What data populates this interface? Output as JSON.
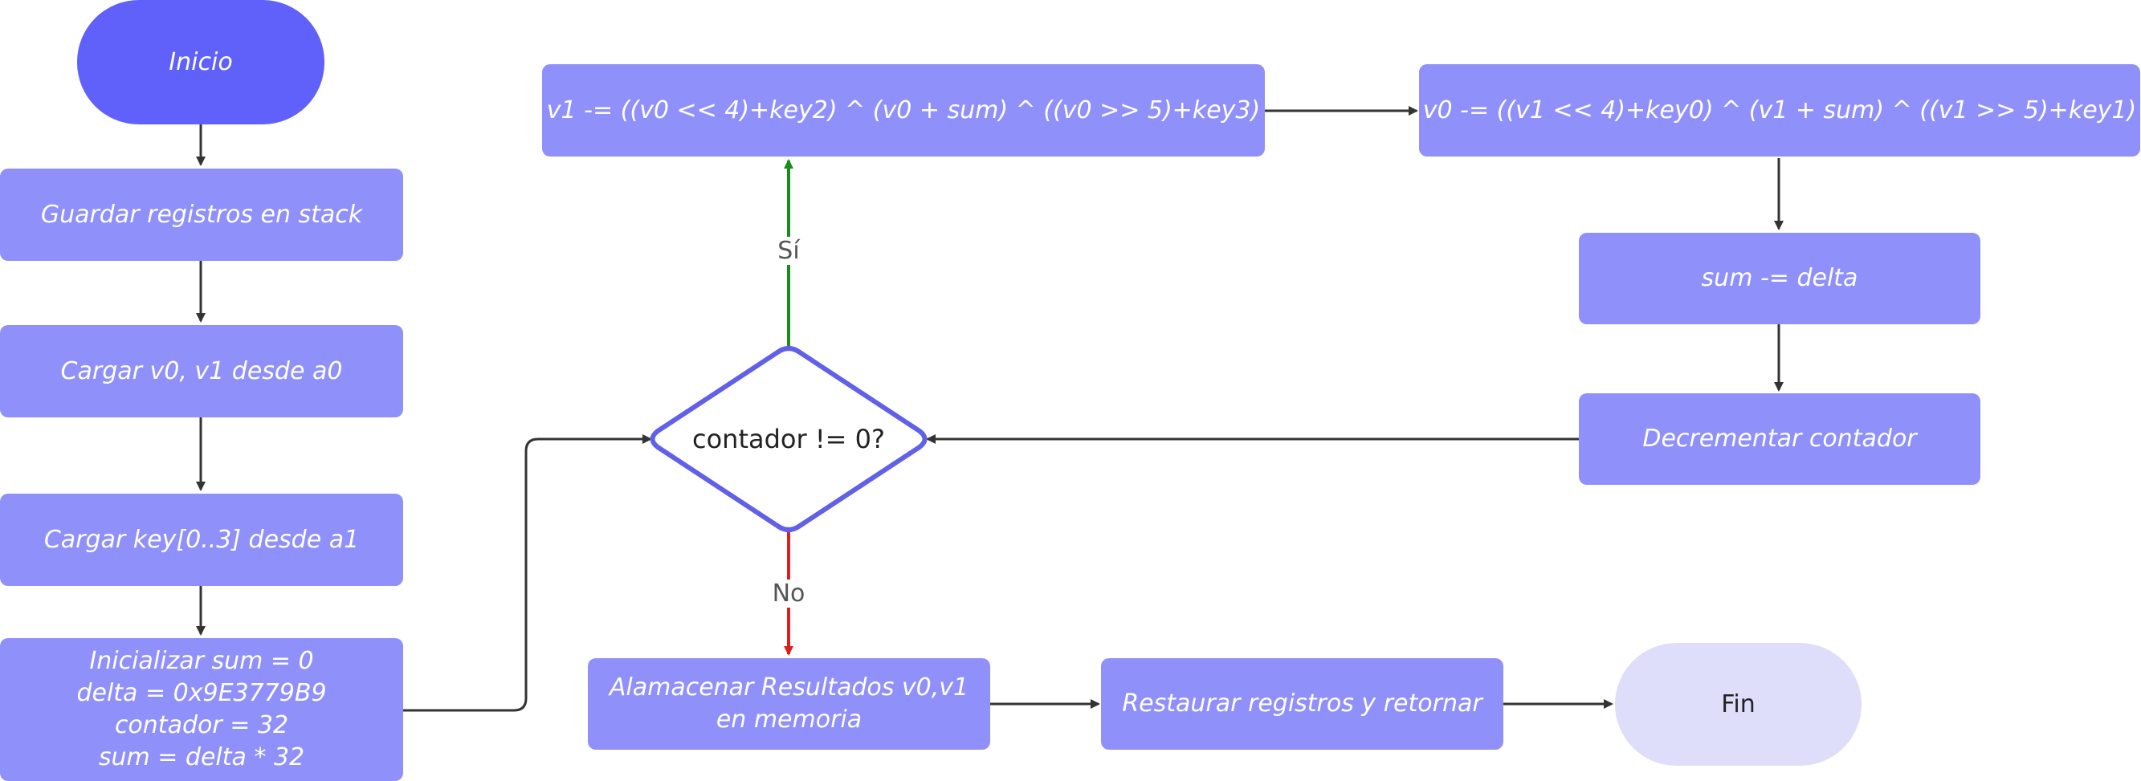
{
  "colors": {
    "start_fill": "#6060fb",
    "process_fill": "#9090fb",
    "end_fill": "#dedefb",
    "decision_stroke": "#6060e8",
    "arrow": "#333333",
    "yes_arrow": "#1a8c1a",
    "no_arrow": "#e01e1e"
  },
  "nodes": {
    "start": "Inicio",
    "save_regs": "Guardar registros en stack",
    "load_v": "Cargar v0, v1 desde a0",
    "load_key": "Cargar key[0..3] desde a1",
    "init": "Inicializar sum = 0\ndelta = 0x9E3779B9\ncontador = 32\nsum = delta * 32",
    "decision": "contador != 0?",
    "v1_update": "v1 -= ((v0 << 4)+key2) ^ (v0 + sum) ^ ((v0 >> 5)+key3)",
    "v0_update": "v0 -= ((v1 << 4)+key0) ^ (v1 + sum) ^ ((v1 >> 5)+key1)",
    "sum_update": "sum -= delta",
    "decrement": "Decrementar contador",
    "store": "Alamacenar Resultados v0,v1\nen memoria",
    "restore": "Restaurar registros y retornar",
    "end": "Fin"
  },
  "edge_labels": {
    "yes": "Sí",
    "no": "No"
  }
}
